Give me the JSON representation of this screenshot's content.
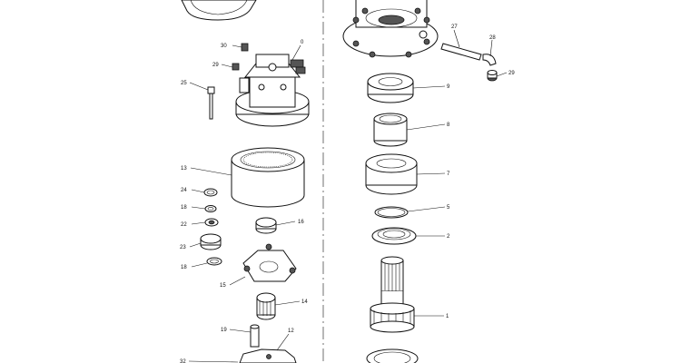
{
  "diagram": {
    "callouts": [
      {
        "id": "c30",
        "text": "30"
      },
      {
        "id": "c0",
        "text": "0"
      },
      {
        "id": "c29a",
        "text": "29"
      },
      {
        "id": "c25",
        "text": "25"
      },
      {
        "id": "c13",
        "text": "13"
      },
      {
        "id": "c24",
        "text": "24"
      },
      {
        "id": "c18a",
        "text": "18"
      },
      {
        "id": "c22",
        "text": "22"
      },
      {
        "id": "c16",
        "text": "16"
      },
      {
        "id": "c23",
        "text": "23"
      },
      {
        "id": "c18b",
        "text": "18"
      },
      {
        "id": "c15",
        "text": "15"
      },
      {
        "id": "c14",
        "text": "14"
      },
      {
        "id": "c19",
        "text": "19"
      },
      {
        "id": "c12",
        "text": "12"
      },
      {
        "id": "c32",
        "text": "32"
      },
      {
        "id": "c27",
        "text": "27"
      },
      {
        "id": "c28",
        "text": "28"
      },
      {
        "id": "c29b",
        "text": "29"
      },
      {
        "id": "c9",
        "text": "9"
      },
      {
        "id": "c8",
        "text": "8"
      },
      {
        "id": "c7",
        "text": "7"
      },
      {
        "id": "c5",
        "text": "5"
      },
      {
        "id": "c2",
        "text": "2"
      },
      {
        "id": "c1",
        "text": "1"
      }
    ]
  }
}
